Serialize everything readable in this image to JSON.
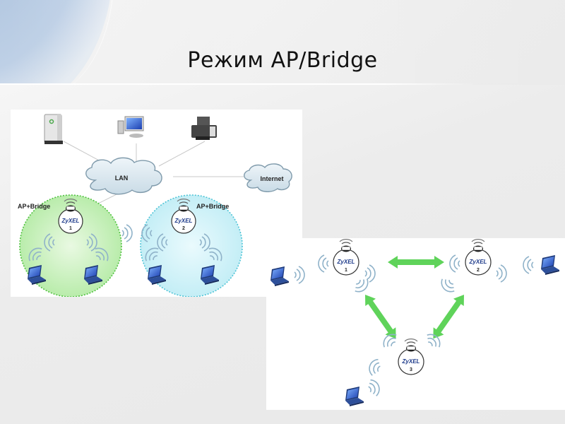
{
  "slide": {
    "title": "Режим AP/Bridge"
  },
  "diagram1": {
    "lan_label": "LAN",
    "internet_label": "Internet",
    "top_devices": [
      "server-icon",
      "desktop-computer-icon",
      "printer-icon"
    ],
    "access_points": [
      {
        "mode_label": "AP+Bridge",
        "brand": "ZyXEL",
        "number": "1",
        "zone_color": "#7cd86a"
      },
      {
        "mode_label": "AP+Bridge",
        "brand": "ZyXEL",
        "number": "2",
        "zone_color": "#7fd3e4"
      }
    ],
    "clients_per_ap": 2
  },
  "diagram2": {
    "access_points": [
      {
        "brand": "ZyXEL",
        "number": "1"
      },
      {
        "brand": "ZyXEL",
        "number": "2"
      },
      {
        "brand": "ZyXEL",
        "number": "3"
      }
    ],
    "links": [
      [
        "1",
        "2"
      ],
      [
        "1",
        "3"
      ],
      [
        "2",
        "3"
      ]
    ],
    "link_color": "#5fd35a",
    "clients": 3
  },
  "colors": {
    "laptop_blue": "#2d4f9a",
    "signal_wave": "#8fb2c9",
    "cloud_fill": "#dbe8f0",
    "ap_text": "#1d3a8a"
  }
}
